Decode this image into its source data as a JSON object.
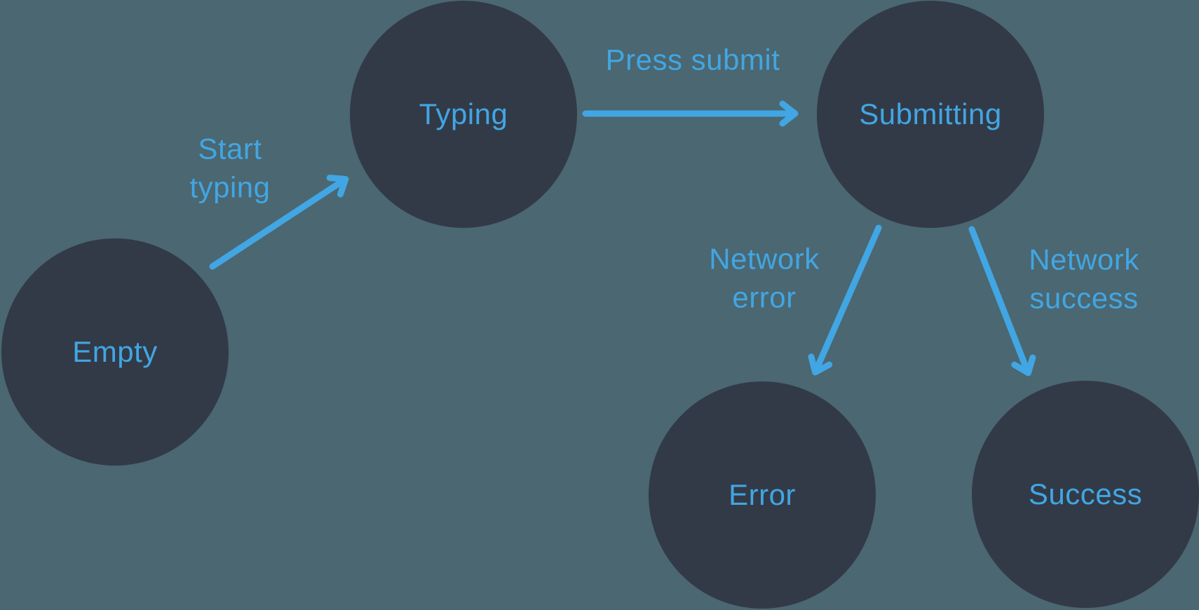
{
  "colors": {
    "background": "#4B6771",
    "node_fill": "#323A47",
    "accent": "#41A6E3"
  },
  "diagram": {
    "type": "state-machine",
    "nodes": [
      {
        "id": "empty",
        "label": "Empty"
      },
      {
        "id": "typing",
        "label": "Typing"
      },
      {
        "id": "submitting",
        "label": "Submitting"
      },
      {
        "id": "error",
        "label": "Error"
      },
      {
        "id": "success",
        "label": "Success"
      }
    ],
    "edges": [
      {
        "id": "start-typing",
        "label": "Start typing",
        "from": "empty",
        "to": "typing"
      },
      {
        "id": "press-submit",
        "label": "Press submit",
        "from": "typing",
        "to": "submitting"
      },
      {
        "id": "network-error",
        "label": "Network error",
        "from": "submitting",
        "to": "error"
      },
      {
        "id": "network-success",
        "label": "Network success",
        "from": "submitting",
        "to": "success"
      }
    ]
  }
}
